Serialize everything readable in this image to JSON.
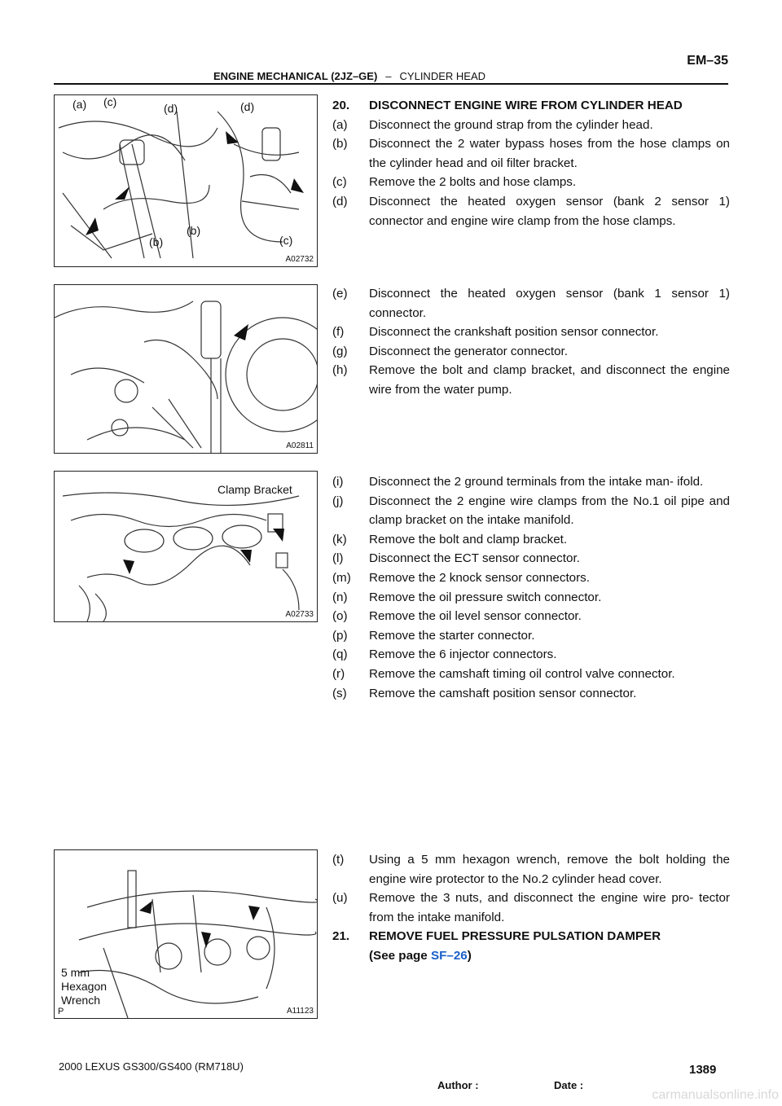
{
  "header": {
    "section": "ENGINE MECHANICAL (2JZ–GE)",
    "separator": "–",
    "topic": "CYLINDER HEAD",
    "page_code": "EM–35"
  },
  "figures": [
    {
      "code": "A02732",
      "labels": [
        "(a)",
        "(c)",
        "(d)",
        "(d)",
        "(b)",
        "(b)",
        "(c)"
      ]
    },
    {
      "code": "A02811",
      "labels": []
    },
    {
      "code": "A02733",
      "labels": [
        "Clamp Bracket"
      ]
    },
    {
      "code": "A11123",
      "labels": [
        "5 mm",
        "Hexagon",
        "Wrench",
        "P"
      ]
    }
  ],
  "steps": [
    {
      "key": "20.",
      "text": "DISCONNECT ENGINE WIRE FROM CYLINDER HEAD"
    },
    {
      "key": "(a)",
      "text": "Disconnect the ground strap from the cylinder head."
    },
    {
      "key": "(b)",
      "text": "Disconnect the 2 water bypass hoses from the hose clamps on the cylinder head and oil filter bracket."
    },
    {
      "key": "(c)",
      "text": "Remove the 2 bolts and hose clamps."
    },
    {
      "key": "(d)",
      "text": "Disconnect the heated oxygen sensor (bank 2 sensor 1) connector and engine wire clamp from the hose clamps."
    },
    {
      "key": "(e)",
      "text": "Disconnect the heated oxygen sensor (bank 1 sensor 1) connector."
    },
    {
      "key": "(f)",
      "text": "Disconnect the crankshaft position sensor connector."
    },
    {
      "key": "(g)",
      "text": "Disconnect the generator connector."
    },
    {
      "key": "(h)",
      "text": "Remove the bolt and clamp bracket, and disconnect the engine wire from the water pump."
    },
    {
      "key": "(i)",
      "text": "Disconnect the 2 ground terminals from the intake man- ifold."
    },
    {
      "key": "(j)",
      "text": "Disconnect the 2 engine wire clamps from the No.1 oil pipe and clamp bracket on the intake manifold."
    },
    {
      "key": "(k)",
      "text": "Remove the bolt and clamp bracket."
    },
    {
      "key": "(l)",
      "text": "Disconnect the ECT sensor connector."
    },
    {
      "key": "(m)",
      "text": "Remove the 2 knock sensor connectors."
    },
    {
      "key": "(n)",
      "text": "Remove the oil pressure switch connector."
    },
    {
      "key": "(o)",
      "text": "Remove the oil level sensor connector."
    },
    {
      "key": "(p)",
      "text": "Remove the starter connector."
    },
    {
      "key": "(q)",
      "text": "Remove the 6 injector connectors."
    },
    {
      "key": "(r)",
      "text": "Remove the camshaft timing oil control valve connector."
    },
    {
      "key": "(s)",
      "text": "Remove the camshaft position sensor connector."
    },
    {
      "key": "(t)",
      "text": "Using a 5 mm hexagon wrench, remove the bolt holding the engine wire protector to the No.2 cylinder head cover."
    },
    {
      "key": "(u)",
      "text": "Remove the 3 nuts, and disconnect the engine wire pro- tector from the intake manifold."
    },
    {
      "key": "21.",
      "text": "REMOVE FUEL PRESSURE PULSATION DAMPER"
    }
  ],
  "ref": {
    "prefix": "(See page ",
    "link": "SF–26",
    "suffix": ")"
  },
  "footer": {
    "model": "2000 LEXUS GS300/GS400   (RM718U)",
    "author": "Author :",
    "date": "Date :",
    "page_number": "1389"
  },
  "watermark": "carmanualsonline.info"
}
